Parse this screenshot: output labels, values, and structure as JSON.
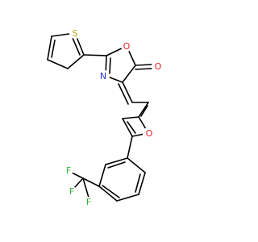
{
  "atoms": {
    "thiophene_s": {
      "symbol": "S"
    },
    "oxazolone_ring_o": {
      "symbol": "O"
    },
    "carbonyl_o": {
      "symbol": "O"
    },
    "oxazolone_n": {
      "symbol": "N"
    },
    "furan_o": {
      "symbol": "O"
    },
    "fluorine_1": {
      "symbol": "F"
    },
    "fluorine_2": {
      "symbol": "F"
    },
    "fluorine_3": {
      "symbol": "F"
    }
  },
  "colors": {
    "bond": "#000000",
    "sulfur": "#b8a100",
    "oxygen": "#e8202a",
    "nitrogen": "#2a35d8",
    "fluorine": "#34b534",
    "background": "#ffffff"
  }
}
